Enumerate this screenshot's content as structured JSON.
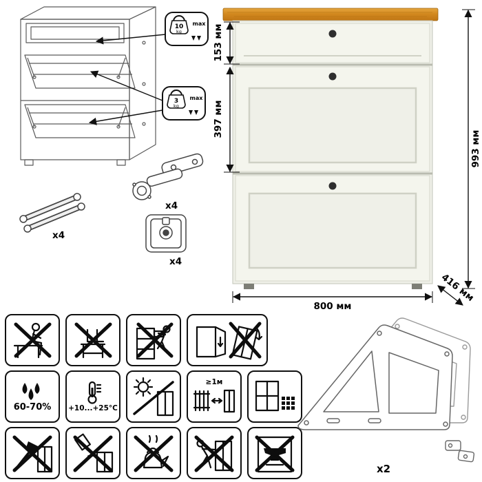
{
  "dimensions": {
    "drawer_height": "153 мм",
    "flap_height": "397 мм",
    "total_height": "993 мм",
    "width": "800 мм",
    "depth": "416 мм"
  },
  "load_limits": {
    "drawer": {
      "value": "10",
      "unit": "kg",
      "note": "max"
    },
    "flap": {
      "value": "3",
      "unit": "kg",
      "note": "max"
    }
  },
  "hardware": {
    "lid_stay": {
      "name": "lid-stay",
      "qty": "x4"
    },
    "hinge": {
      "name": "cabinet-hinge",
      "qty": "x4"
    },
    "cam_lock": {
      "name": "cam-lock-fitting",
      "qty": "x4"
    },
    "side_frame": {
      "name": "flap-side-frame",
      "qty": "x2"
    }
  },
  "care": {
    "humidity": "60-70%",
    "temperature": "+10...+25°С",
    "heater_distance": "≥1м",
    "pictograms": {
      "row1": [
        "no-sitting",
        "no-standing-on-flaps",
        "no-climbing-on-drawers",
        "no-leaning-on-open-doors"
      ],
      "row2": [
        "humidity-range",
        "temperature-range",
        "avoid-direct-sunlight",
        "keep-1m-from-heaters",
        "ventilated-room"
      ],
      "row3": [
        "no-sharp-tools",
        "no-spilling-liquids",
        "no-hot-objects",
        "no-pushing-dragging",
        "no-heavy-loads"
      ]
    }
  },
  "colors": {
    "wood_top": "#cd8420",
    "cabinet_body": "#f1f2ea",
    "line": "#111111"
  }
}
